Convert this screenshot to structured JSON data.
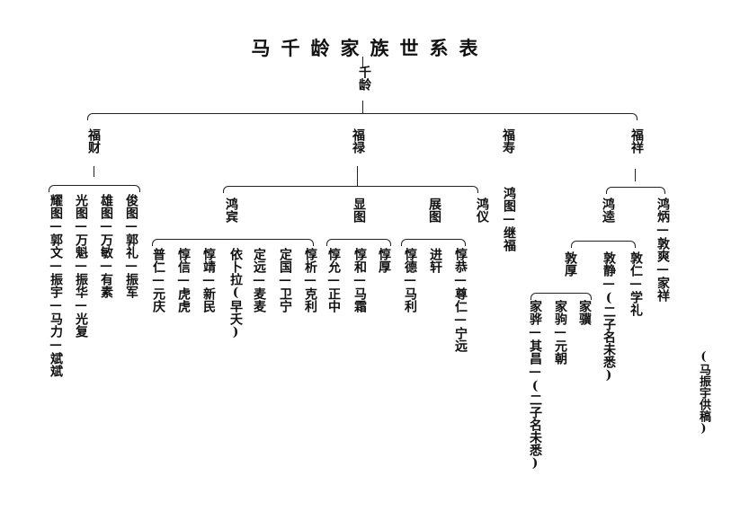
{
  "title": "马千龄家族世系表",
  "root": "千龄",
  "gen2": {
    "fucai": "福财",
    "fulu": "福禄",
    "fushou": "福寿",
    "fuxiang": "福祥"
  },
  "fucai_line": {
    "c1": "耀图—郭文—振宇—马力—斌斌",
    "c2": "光图—万魁—振华—光复",
    "c3": "雄图—万敏—有素",
    "c4": "俊图—郭礼—振军"
  },
  "fulu_line": {
    "hongbin": "鸿宾",
    "xiantu": "显图",
    "zhantu": "展图",
    "hongyi": "鸿仪",
    "hongbin_children": [
      "普仁—元庆",
      "惇信—虎虎",
      "惇靖—新民",
      "依卜拉(早夭)",
      "定远—麦麦",
      "定国—卫宁",
      "惇析—克利"
    ],
    "xiantu_children": [
      "惇允—正中",
      "惇和—马霜",
      "惇厚"
    ],
    "zhantu_children": [
      "惇德—马利",
      "进轩",
      "惇恭—尊仁—宁远"
    ]
  },
  "fushou_line": {
    "c1": "鸿图—继福"
  },
  "fuxiang_line": {
    "hongda": "鸿逵",
    "hongbing": "鸿炳—敦爽—家祥",
    "hongda_children": {
      "dunhou": "敦厚",
      "dunjing": "敦静—(二子名未悉)",
      "dunren": "敦仁—学礼"
    },
    "dunhou_children": [
      "家骅—其昌—(二子名未悉)",
      "家驹—元朝",
      "家骥"
    ]
  },
  "note": "(马振宇供稿)"
}
